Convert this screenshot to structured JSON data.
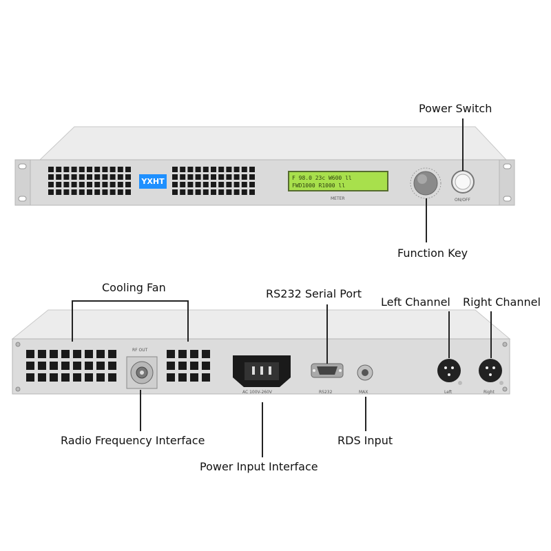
{
  "device": {
    "brand": "YXHT",
    "lcd": {
      "line1": "F 98.0 23c W600 ll",
      "line2": "FWD1000 R1000 ll"
    },
    "front_labels": {
      "meter": "METER",
      "onoff": "ON/OFF"
    },
    "rear_labels": {
      "rf_out": "RF OUT",
      "ac": "AC 100V-260V",
      "rs232": "RS232",
      "max": "MAX",
      "left": "Left",
      "right": "Right"
    }
  },
  "callouts": {
    "power_switch": "Power Switch",
    "function_key": "Function Key",
    "cooling_fan": "Cooling Fan",
    "rs232_serial_port": "RS232 Serial Port",
    "left_channel": "Left Channel",
    "right_channel": "Right Channel",
    "radio_frequency_interface": "Radio Frequency Interface",
    "rds_input": "RDS Input",
    "power_input_interface": "Power Input Interface"
  },
  "colors": {
    "chassis": "#dcdcdc",
    "chassis_top": "#ececec",
    "vent": "#1a1a1a",
    "lcd": "#a8e04c",
    "brand": "#1e90ff",
    "line": "#222222"
  }
}
